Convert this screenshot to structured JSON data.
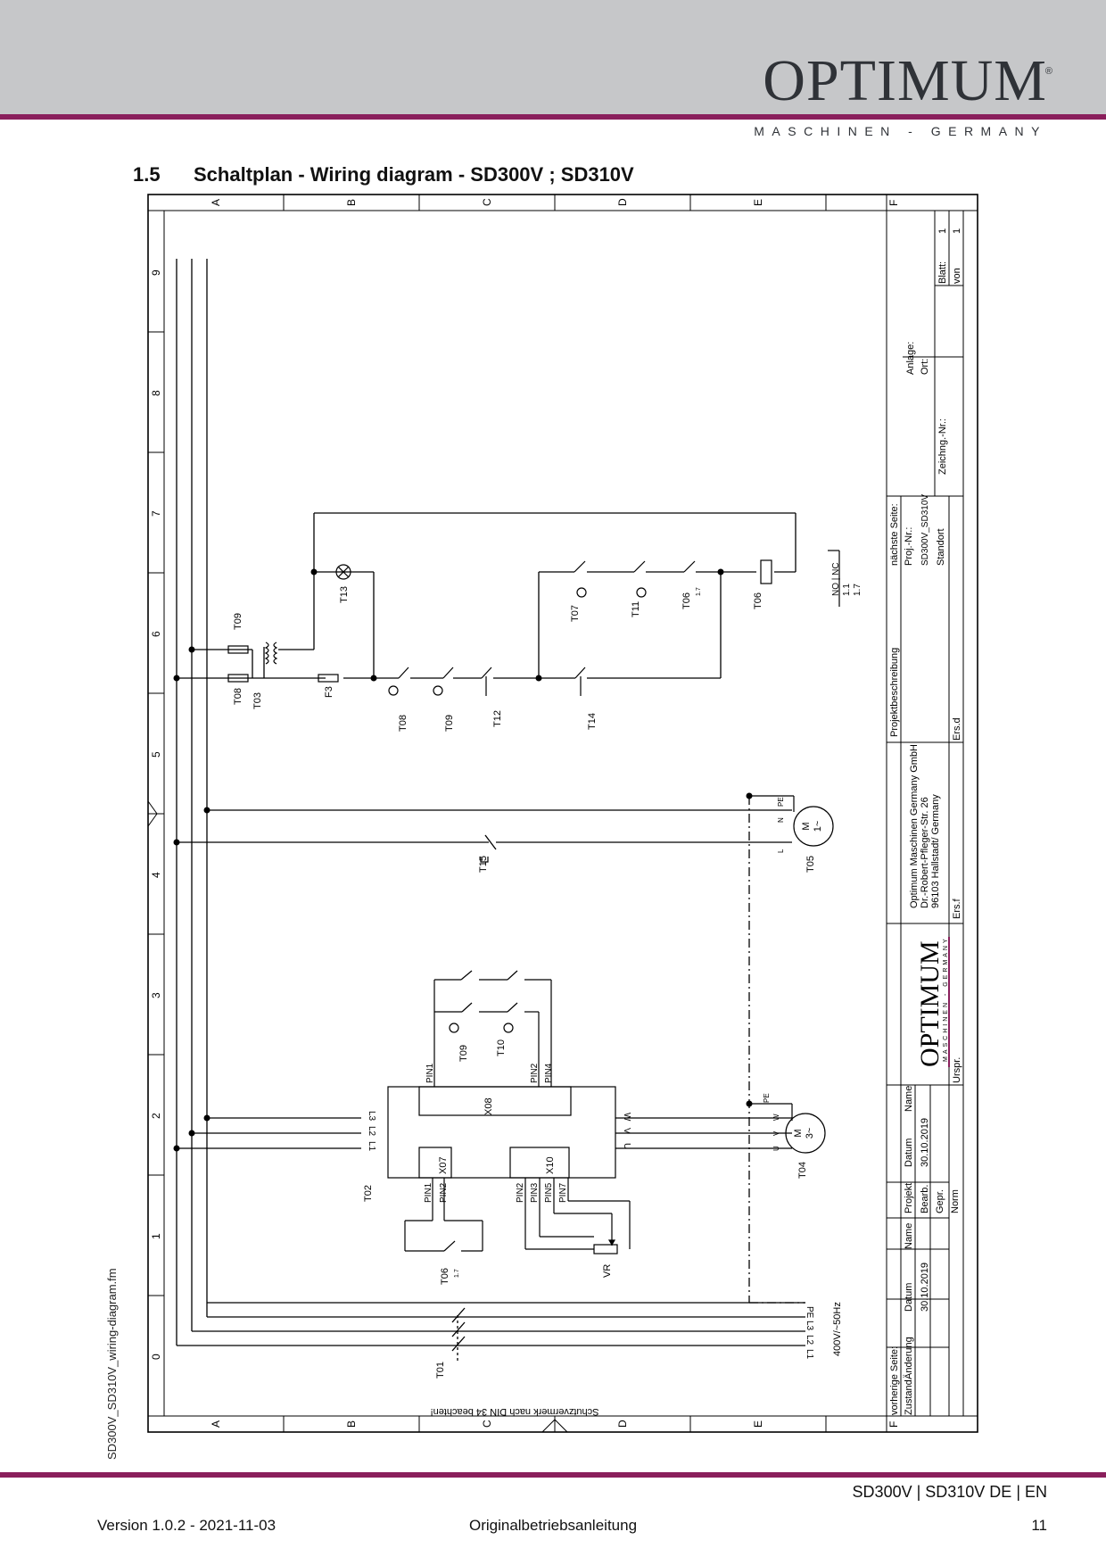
{
  "header": {
    "logo_text": "OPTIMUM",
    "logo_reg": "®",
    "logo_subtitle": "MASCHINEN - GERMANY"
  },
  "section": {
    "number": "1.5",
    "title": "Schaltplan - Wiring diagram - SD300V ; SD310V"
  },
  "side_filename": "SD300V_SD310V_wiring-diagram.fm",
  "diagram": {
    "grid_columns": [
      "A",
      "B",
      "C",
      "D",
      "E",
      "F"
    ],
    "grid_rows": [
      "0",
      "1",
      "2",
      "3",
      "4",
      "5",
      "6",
      "7",
      "8",
      "9"
    ],
    "components": {
      "T01": "T01",
      "T02": "T02",
      "T03": "T03",
      "T04": "T04",
      "T05": "T05",
      "T06": "T06",
      "T06_sub": "1.7",
      "T06_lower": "T06",
      "T06_lower_sub": "1.7",
      "T07": "T07",
      "T08": "T08",
      "T08_b": "T08",
      "T09": "T09",
      "T09_b": "T09",
      "T09_c": "T09",
      "T10": "T10",
      "T11": "T11",
      "T12": "T12",
      "T13": "T13",
      "T14": "T14",
      "T15": "T15",
      "F3": "F3",
      "X07": "X07",
      "X08": "X08",
      "X10": "X10",
      "VR": "VR"
    },
    "pins": {
      "pin1_top": "PIN1",
      "pin2_top": "PIN2",
      "pin4_top": "PIN4",
      "pin1_x07": "PIN1",
      "pin2_x07": "PIN2",
      "pin2_x10": "PIN2",
      "pin3_x10": "PIN3",
      "pin5_x10": "PIN5",
      "pin7_x10": "PIN7"
    },
    "terminals": {
      "pe_supply": "PE",
      "l3_supply": "L3",
      "l2_supply": "L2",
      "l1_supply": "L1",
      "l3_drive": "L3",
      "l2_drive": "L2",
      "l1_drive": "L1",
      "w_out": "W",
      "v_out": "V",
      "u_out": "U",
      "pe_m3": "PE",
      "w_m3": "W",
      "v_m3": "V",
      "u_m3": "U",
      "pe_m1": "PE",
      "n_m1": "N",
      "l_m1": "L"
    },
    "motor_m3": {
      "line1": "M",
      "line2": "3~"
    },
    "motor_m1": {
      "line1": "M",
      "line2": "1~"
    },
    "supply": "400V/~50Hz",
    "contact_legend": {
      "header": "NO | NC",
      "no": "1.1",
      "nc": "1.7"
    },
    "bottom_note": "Schutzvermerk nach DIN 34 beachten!"
  },
  "title_block": {
    "prev_page": "vorherige Seite:",
    "next_page": "nächste Seite:",
    "zustand": "Zustand",
    "aenderung": "Änderung",
    "datum": "Datum",
    "name": "Name",
    "datum_value": "30.10.2019",
    "projekt": "Projekt",
    "datum2": "Datum",
    "name2": "Name",
    "bearb": "Bearb.",
    "datum2_value": "30.10.2019",
    "gepr": "Gepr.",
    "norm": "Norm",
    "urspr": "Urspr.",
    "logo_text": "OPTIMUM",
    "logo_sub": "MASCHINEN - GERMANY",
    "company_1": "Optimum Maschinen Germany GmbH",
    "company_2": "Dr.-Robert-Pfleger-Str. 26",
    "company_3": "96103 Hallstadt/ Germany",
    "ers_f": "Ers.f",
    "ers_d": "Ers.d",
    "projektbeschreibung": "Projektbeschreibung",
    "proj_nr": "Proj.-Nr.:",
    "proj_nr_value": "SD300V_SD310V",
    "standort": "Standort",
    "anlage": "Anlage:",
    "ort": "Ort:",
    "zeichng_nr": "Zeichng.-Nr.:",
    "blatt": "Blatt:",
    "blatt_value": "1",
    "von": "von",
    "von_value": "1"
  },
  "footer": {
    "model": "SD300V | SD310V    DE | EN",
    "version": "Version 1.0.2 - 2021-11-03",
    "manual": "Originalbetriebsanleitung",
    "page": "11"
  }
}
